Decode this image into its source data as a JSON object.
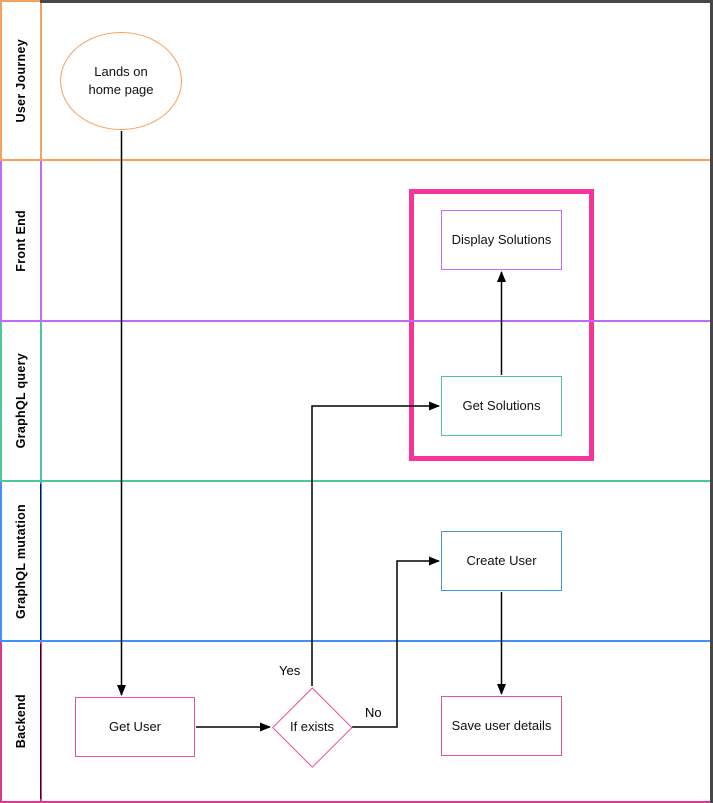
{
  "diagram": {
    "type": "flowchart-swimlanes",
    "pool_border_color": "#474747",
    "lanes": [
      {
        "label": "User Journey",
        "color": "#F5A25F"
      },
      {
        "label": "Front End",
        "color": "#C36BF0"
      },
      {
        "label": "GraphQL query",
        "color": "#4FC795"
      },
      {
        "label": "GraphQL mutation",
        "color": "#4490F5"
      },
      {
        "label": "Backend",
        "color": "#D63C8A"
      }
    ],
    "nodes": [
      {
        "id": "lands-on-home-page",
        "label": "Lands on home page",
        "shape": "ellipse",
        "lane": "User Journey",
        "stroke": "#F5A25F"
      },
      {
        "id": "display-solutions",
        "label": "Display Solutions",
        "shape": "rect",
        "lane": "Front End",
        "stroke": "#C767F2"
      },
      {
        "id": "get-solutions",
        "label": "Get Solutions",
        "shape": "rect",
        "lane": "GraphQL query",
        "stroke": "#4CC79A"
      },
      {
        "id": "create-user",
        "label": "Create User",
        "shape": "rect",
        "lane": "GraphQL mutation",
        "stroke": "#4398D8"
      },
      {
        "id": "get-user",
        "label": "Get User",
        "shape": "rect",
        "lane": "Backend",
        "stroke": "#E8519D"
      },
      {
        "id": "if-exists",
        "label": "If exists",
        "shape": "diamond",
        "lane": "Backend",
        "stroke": "#E8519D"
      },
      {
        "id": "save-user-details",
        "label": "Save user details",
        "shape": "rect",
        "lane": "Backend",
        "stroke": "#E8519D"
      }
    ],
    "edges": [
      {
        "from": "lands-on-home-page",
        "to": "get-user",
        "label": ""
      },
      {
        "from": "get-user",
        "to": "if-exists",
        "label": ""
      },
      {
        "from": "if-exists",
        "to": "get-solutions",
        "label": "Yes"
      },
      {
        "from": "if-exists",
        "to": "create-user",
        "label": "No"
      },
      {
        "from": "create-user",
        "to": "save-user-details",
        "label": ""
      },
      {
        "from": "get-solutions",
        "to": "display-solutions",
        "label": ""
      }
    ],
    "edge_labels": {
      "yes": "Yes",
      "no": "No"
    },
    "highlight": {
      "color": "#F5359B"
    }
  }
}
